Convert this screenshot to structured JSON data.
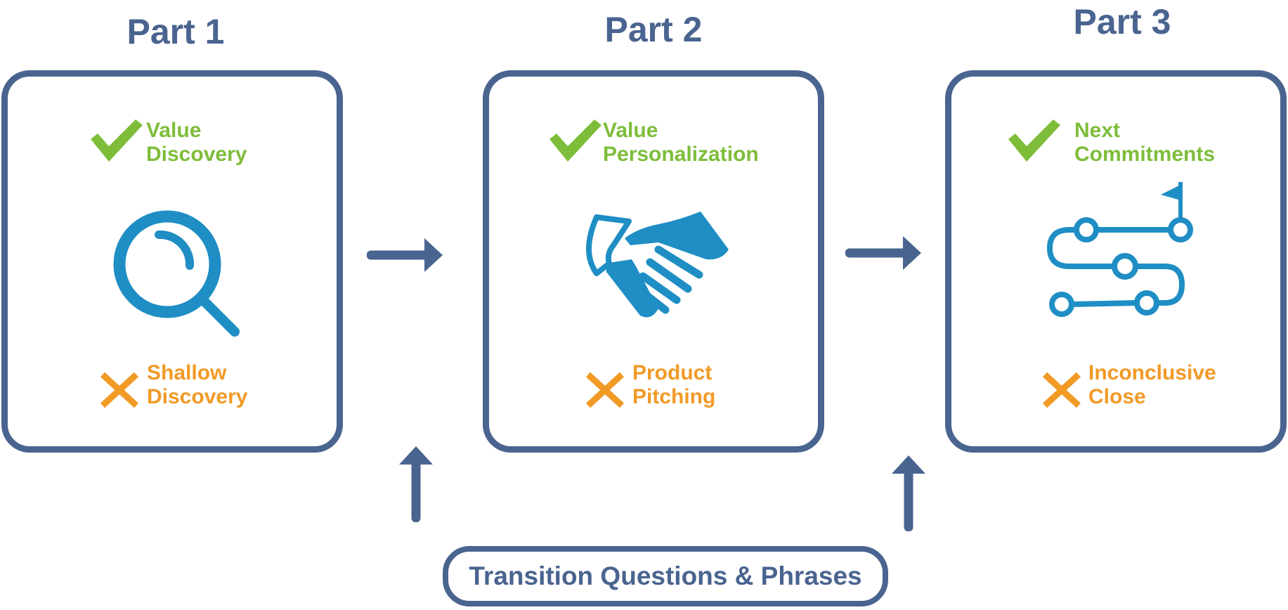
{
  "parts": [
    {
      "title": "Part 1",
      "good": [
        "Value",
        "Discovery"
      ],
      "bad": [
        "Shallow",
        "Discovery"
      ],
      "icon": "magnifying-glass-icon"
    },
    {
      "title": "Part 2",
      "good": [
        "Value",
        "Personalization"
      ],
      "bad": [
        "Product",
        "Pitching"
      ],
      "icon": "handshake-icon"
    },
    {
      "title": "Part 3",
      "good": [
        "Next",
        "Commitments"
      ],
      "bad": [
        "Inconclusive",
        "Close"
      ],
      "icon": "roadmap-icon"
    }
  ],
  "transition": {
    "label": "Transition Questions & Phrases"
  },
  "colors": {
    "frame": "#4a6490",
    "good": "#7ebd3a",
    "bad": "#f19a26",
    "icon": "#1f8ec4"
  }
}
